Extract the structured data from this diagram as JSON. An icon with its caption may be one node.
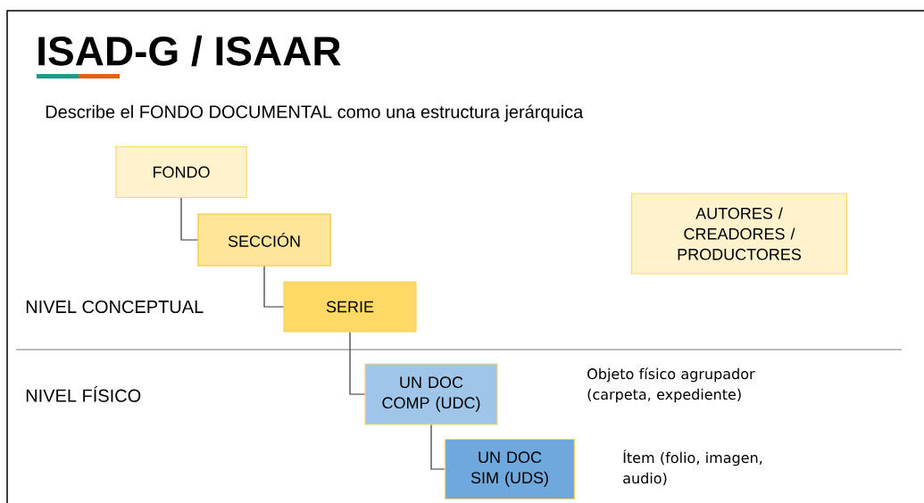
{
  "diagram": {
    "title": "ISAD-G / ISAAR",
    "nodes": [
      {
        "text": [
          "FONDO"
        ]
      },
      {
        "text": [
          "SECCIÓN"
        ]
      },
      {
        "text": [
          "SERIE"
        ]
      },
      {
        "text": [
          "UN DOC COMP (UDC)"
        ]
      },
      {
        "text": [
          "UN DOC SIM (UDS)"
        ]
      },
      {
        "text": [
          "AUTORES / CREADORES / PRODUCTORES"
        ]
      }
    ],
    "edges": [
      {
        "from": 0,
        "to": 1,
        "arrow": "none"
      },
      {
        "from": 1,
        "to": 2,
        "arrow": "none"
      },
      {
        "from": 2,
        "to": 3,
        "arrow": "none"
      },
      {
        "from": 3,
        "to": 4,
        "arrow": "none"
      }
    ],
    "labels": [
      "Describe el  FONDO DOCUMENTAL como una estructura jerárquica",
      "NIVEL CONCEPTUAL",
      "NIVEL FÍSICO",
      "Objeto físico agrupador (carpeta, expediente)",
      "Ítem (folio, imagen, audio)"
    ]
  }
}
